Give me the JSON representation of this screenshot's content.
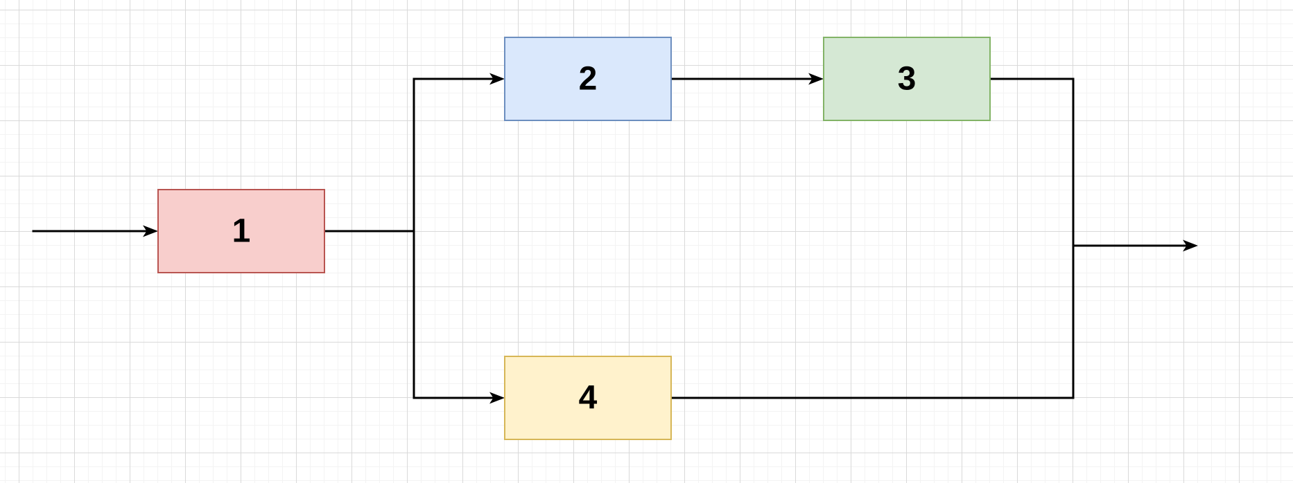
{
  "diagram": {
    "nodes": [
      {
        "id": "1",
        "label": "1",
        "fill": "#F8CECC",
        "stroke": "#B85450"
      },
      {
        "id": "2",
        "label": "2",
        "fill": "#DAE8FC",
        "stroke": "#6C8EBF"
      },
      {
        "id": "3",
        "label": "3",
        "fill": "#D5E8D4",
        "stroke": "#82B366"
      },
      {
        "id": "4",
        "label": "4",
        "fill": "#FFF2CC",
        "stroke": "#D6B656"
      }
    ],
    "edges": [
      {
        "from": "input",
        "to": "1",
        "arrow": true
      },
      {
        "from": "1",
        "to": "2",
        "arrow": true
      },
      {
        "from": "1",
        "to": "4",
        "arrow": true
      },
      {
        "from": "2",
        "to": "3",
        "arrow": true
      },
      {
        "from": "3",
        "to": "merge",
        "arrow": false
      },
      {
        "from": "4",
        "to": "merge",
        "arrow": false
      },
      {
        "from": "merge",
        "to": "output",
        "arrow": true
      }
    ],
    "connector_color": "#000000",
    "label_color": "#000000",
    "background": {
      "color": "#FFFFFF",
      "grid_minor_color": "#F3F3F3",
      "grid_major_color": "#D9D9D9"
    }
  }
}
